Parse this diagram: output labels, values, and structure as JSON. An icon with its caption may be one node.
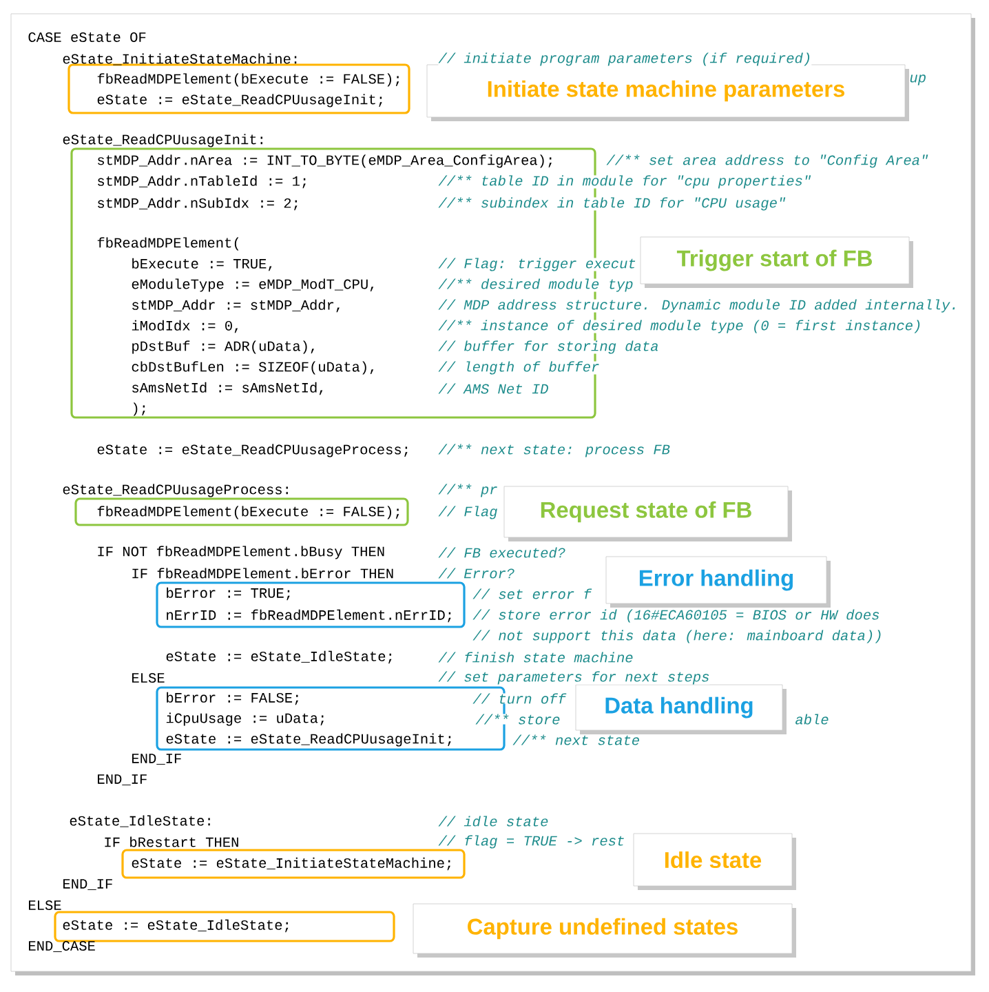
{
  "diagram": {
    "nodes": [
      {
        "text": [
          "fbReadMDPElement(bExecute := FALSE);",
          "eState := eState_ReadCPUusageInit;"
        ]
      },
      {
        "text": [
          "Initiate state machine parameters"
        ]
      },
      {
        "text": [
          "stMDP_Addr.nArea := INT_TO_BYTE(eMDP_Area_ConfigArea);",
          "stMDP_Addr.nTableId := 1;",
          "stMDP_Addr.nSubIdx := 2;",
          "fbReadMDPElement(",
          "bExecute := TRUE,",
          "eModuleType := eMDP_ModT_CPU,",
          "stMDP_Addr := stMDP_Addr,",
          "iModIdx := 0,",
          "pDstBuf := ADR(uData),",
          "cbDstBufLen := SIZEOF(uData),",
          "sAmsNetId := sAmsNetId,",
          ");"
        ]
      },
      {
        "text": [
          "Trigger start of FB"
        ]
      },
      {
        "text": [
          "fbReadMDPElement(bExecute := FALSE);"
        ]
      },
      {
        "text": [
          "Request state of FB"
        ]
      },
      {
        "text": [
          "bError := TRUE;",
          "nErrID := fbReadMDPElement.nErrID;"
        ]
      },
      {
        "text": [
          "Error handling"
        ]
      },
      {
        "text": [
          "bError := FALSE;",
          "iCpuUsage := uData;",
          "eState := eState_ReadCPUusageInit;"
        ]
      },
      {
        "text": [
          "Data handling"
        ]
      },
      {
        "text": [
          "eState := eState_InitiateStateMachine;"
        ]
      },
      {
        "text": [
          "Idle state"
        ]
      },
      {
        "text": [
          "eState := eState_IdleState;"
        ]
      },
      {
        "text": [
          "Capture undefined states"
        ]
      }
    ],
    "labels": [
      "CASE eState OF",
      "eState_InitiateStateMachine:",
      "// initiate program parameters (if required)",
      "up",
      "eState_ReadCPUusageInit:",
      "//** set area address to \"Config Area\"",
      "//** table ID in module for \"cpu properties\"",
      "//** subindex in table ID for \"CPU usage\"",
      "// Flag: trigger execut",
      "//** desired module typ",
      "// MDP address structure. Dynamic module ID added internally.",
      "//** instance of desired module type (0 = first instance)",
      "// buffer for storing data",
      "// length of buffer",
      "// AMS Net ID",
      "eState := eState_ReadCPUusageProcess;",
      "//** next state: process FB",
      "eState_ReadCPUusageProcess:",
      "//** pr",
      "// Flag",
      "IF NOT fbReadMDPElement.bBusy THEN",
      "// FB executed?",
      "IF fbReadMDPElement.bError THEN",
      "// Error?",
      "// set error f",
      "// store error id (16#ECA60105 = BIOS or HW does",
      "// not support this data (here: mainboard data))",
      "eState := eState_IdleState;",
      "// finish state machine",
      "ELSE",
      "// set parameters for next steps",
      "// turn off",
      "//** store",
      "able",
      "//** next state",
      "END_IF",
      "END_IF",
      "eState_IdleState:",
      "// idle state",
      "IF bRestart THEN",
      "// flag = TRUE -> rest",
      "END_IF",
      "ELSE",
      "END_CASE"
    ]
  }
}
